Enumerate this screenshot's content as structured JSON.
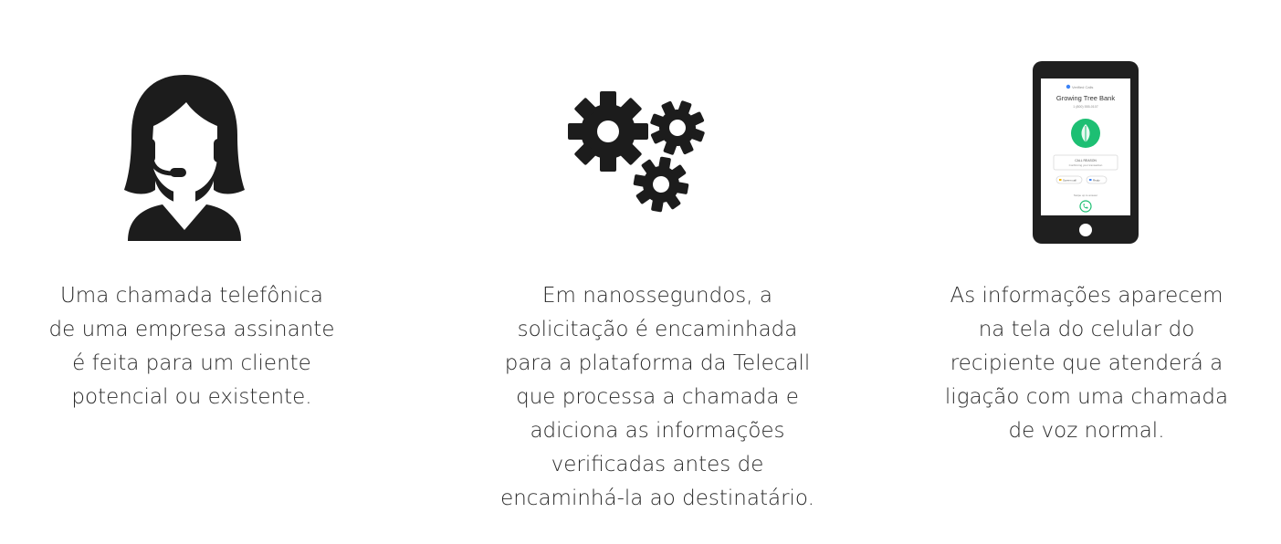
{
  "steps": [
    {
      "icon": "call-center-agent-icon",
      "caption": "Uma chamada telefônica\nde uma empresa assinante\né feita para um cliente\npotencial ou existente."
    },
    {
      "icon": "gears-icon",
      "caption": "Em nanossegundos, a\nsolicitação é encaminhada\npara a plataforma da Telecall\nque processa a chamada e\nadiciona as informações\nverificadas antes de\nencaminhá-la ao destinatário."
    },
    {
      "icon": "smartphone-icon",
      "caption": "As informações aparecem\nna tela do celular do\nrecipiente que atenderá a\nligação com uma chamada\nde voz normal.",
      "phone_screen": {
        "verified_label": "Verified Calls",
        "caller_name": "Growing Tree Bank",
        "caller_number": "1 (800) 555-0107",
        "call_reason_title": "CALL REASON",
        "call_reason_text": "Confirming your transaction",
        "chip_1": "Screen call",
        "chip_2": "Reply",
        "swipe_label": "Swipe up to answer"
      }
    }
  ]
}
